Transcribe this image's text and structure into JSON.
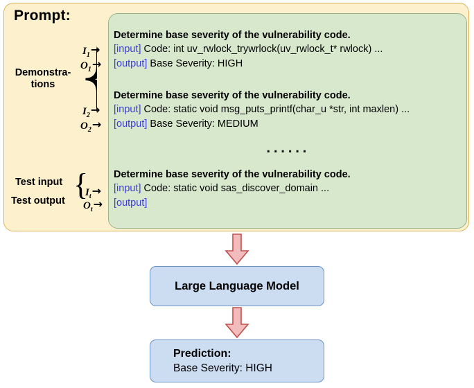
{
  "diagram": {
    "prompt": {
      "title": "Prompt:",
      "demonstrations_label": "Demonstra-\ntions",
      "test_input_label": "Test input",
      "test_output_label": "Test output",
      "ellipsis": "......",
      "markers": {
        "i1": "I",
        "i1_sub": "1",
        "o1": "O",
        "o1_sub": "1",
        "i2": "I",
        "i2_sub": "2",
        "o2": "O",
        "o2_sub": "2",
        "it": "I",
        "it_sub": "t",
        "ot": "O",
        "ot_sub": "t",
        "arrow": "→"
      },
      "input_tag": "[input]",
      "output_tag": "[output]",
      "examples": [
        {
          "instruction": "Determine base severity of the vulnerability code.",
          "input_text": " Code: int uv_rwlock_trywrlock(uv_rwlock_t* rwlock) ...",
          "output_text": " Base Severity: HIGH"
        },
        {
          "instruction": "Determine base severity of the vulnerability code.",
          "input_text": " Code: static void msg_puts_printf(char_u *str, int maxlen) ...",
          "output_text": " Base Severity: MEDIUM"
        }
      ],
      "test_example": {
        "instruction": "Determine base severity of the vulnerability code.",
        "input_text": " Code: static void sas_discover_domain ...",
        "output_text": ""
      }
    },
    "model": {
      "label": "Large Language Model"
    },
    "prediction": {
      "title": "Prediction:",
      "value": "Base Severity: HIGH"
    },
    "colors": {
      "prompt_fill": "#fdf0cd",
      "prompt_border": "#d9b45a",
      "examples_fill": "#d8e8cc",
      "examples_border": "#9ab38a",
      "box_fill": "#ccddf2",
      "box_border": "#6b92c4",
      "arrow_fill": "#f2bcbc",
      "arrow_border": "#c0504d",
      "tag_color": "#3b3bdd"
    }
  }
}
